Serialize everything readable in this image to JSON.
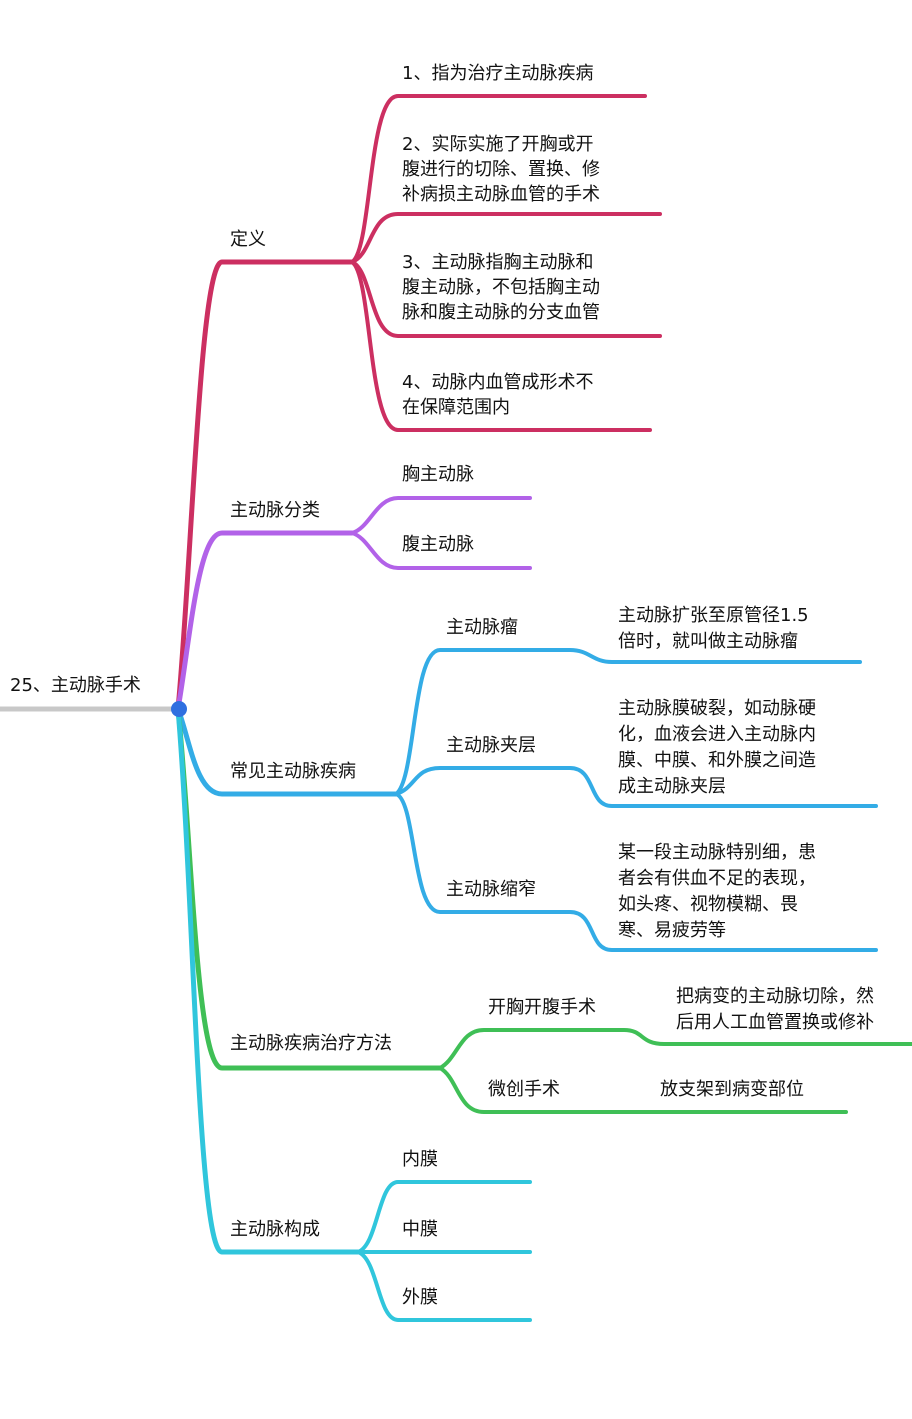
{
  "colors": {
    "root_line": "#c8c8c8",
    "node": "#2f6fe0",
    "definition": "#cc2f61",
    "classification": "#b262e8",
    "diseases": "#33ace6",
    "treatment": "#3fbf56",
    "composition": "#30c6dc"
  },
  "root": {
    "label": "25、主动脉手术"
  },
  "branches": {
    "definition": {
      "label": "定义",
      "items": [
        {
          "lines": [
            "1、指为治疗主动脉疾病"
          ]
        },
        {
          "lines": [
            "2、实际实施了开胸或开",
            "腹进行的切除、置换、修",
            "补病损主动脉血管的手术"
          ]
        },
        {
          "lines": [
            "3、主动脉指胸主动脉和",
            "腹主动脉，不包括胸主动",
            "脉和腹主动脉的分支血管"
          ]
        },
        {
          "lines": [
            "4、动脉内血管成形术不",
            "在保障范围内"
          ]
        }
      ]
    },
    "classification": {
      "label": "主动脉分类",
      "items": [
        {
          "label": "胸主动脉"
        },
        {
          "label": "腹主动脉"
        }
      ]
    },
    "diseases": {
      "label": "常见主动脉疾病",
      "items": [
        {
          "label": "主动脉瘤",
          "detail": [
            "主动脉扩张至原管径1.5",
            "倍时，就叫做主动脉瘤"
          ]
        },
        {
          "label": "主动脉夹层",
          "detail": [
            "主动脉膜破裂，如动脉硬",
            "化，血液会进入主动脉内",
            "膜、中膜、和外膜之间造",
            "成主动脉夹层"
          ]
        },
        {
          "label": "主动脉缩窄",
          "detail": [
            "某一段主动脉特别细，患",
            "者会有供血不足的表现，",
            "如头疼、视物模糊、畏",
            "寒、易疲劳等"
          ]
        }
      ]
    },
    "treatment": {
      "label": "主动脉疾病治疗方法",
      "items": [
        {
          "label": "开胸开腹手术",
          "detail": [
            "把病变的主动脉切除，然",
            "后用人工血管置换或修补"
          ]
        },
        {
          "label": "微创手术",
          "detail": [
            "放支架到病变部位"
          ]
        }
      ]
    },
    "composition": {
      "label": "主动脉构成",
      "items": [
        {
          "label": "内膜"
        },
        {
          "label": "中膜"
        },
        {
          "label": "外膜"
        }
      ]
    }
  }
}
